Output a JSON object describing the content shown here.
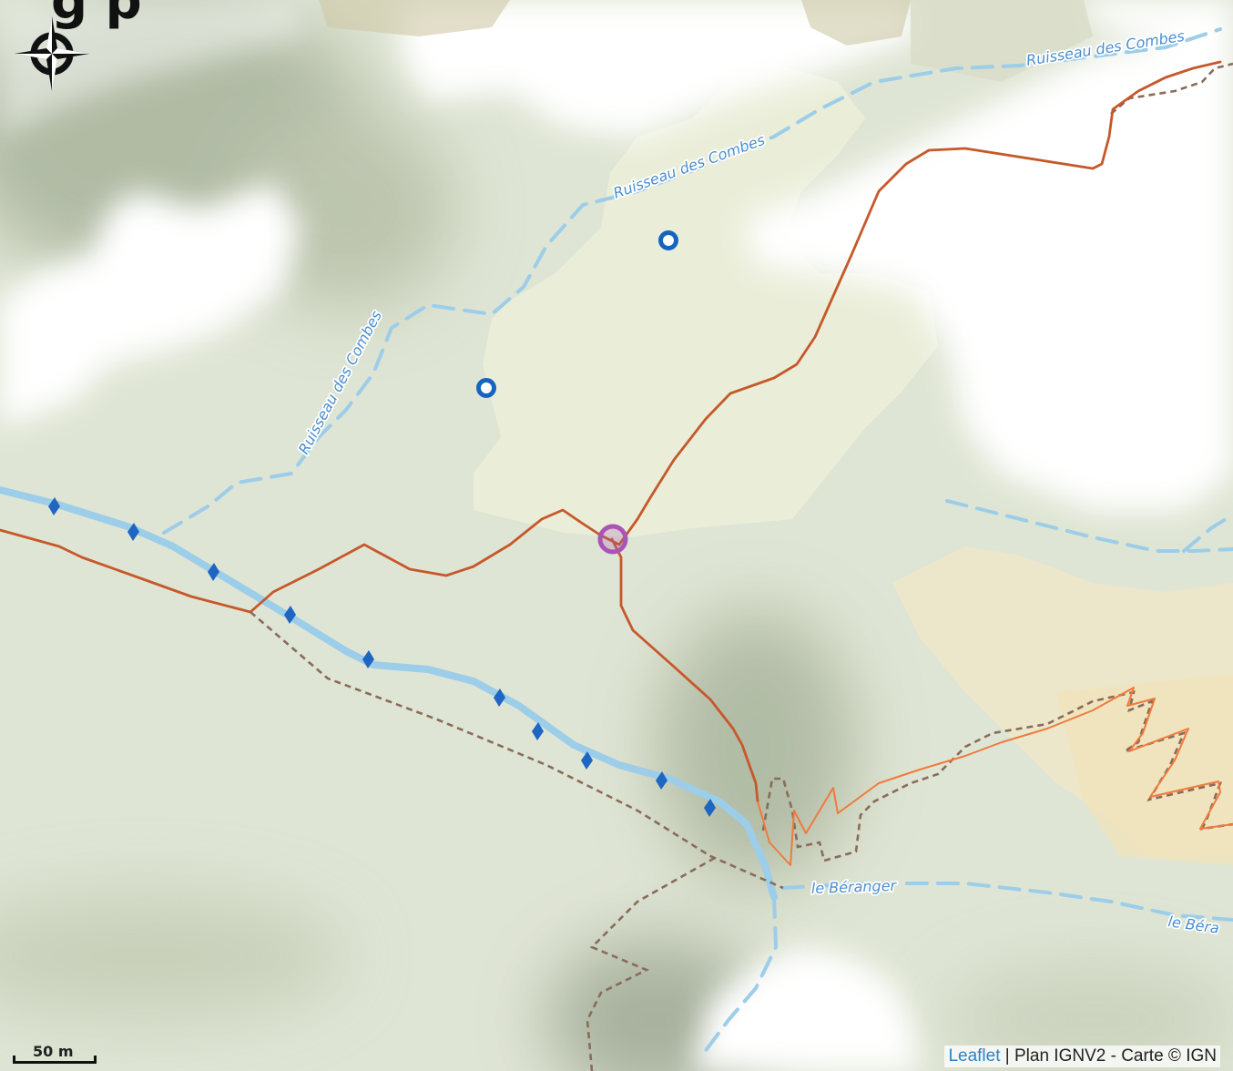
{
  "header": {
    "title_fragment": "g p"
  },
  "map": {
    "stream_labels": {
      "combes_east": "Ruisseau des Combes",
      "combes_north": "Ruisseau des Combes",
      "combes_west": "Ruisseau des Combes",
      "beranger": "le Béranger",
      "beranger_edge": "le Béra"
    }
  },
  "scale": {
    "label": "50 m"
  },
  "attribution": {
    "leaflet": "Leaflet",
    "separator": " | ",
    "source": "Plan IGNV2 - Carte © IGN"
  },
  "colors": {
    "water": "#9ccde9",
    "trail_primary": "#c6582a",
    "trail_secondary": "#f07a3c",
    "path_dashed": "#8a6b5a",
    "marker_blue": "#1565c0",
    "selected_marker": "#a855b5",
    "link": "#2b82cb"
  },
  "icons": {
    "compass": "compass-icon",
    "waypoint": "ring-marker-icon",
    "selected": "selected-marker-icon"
  }
}
